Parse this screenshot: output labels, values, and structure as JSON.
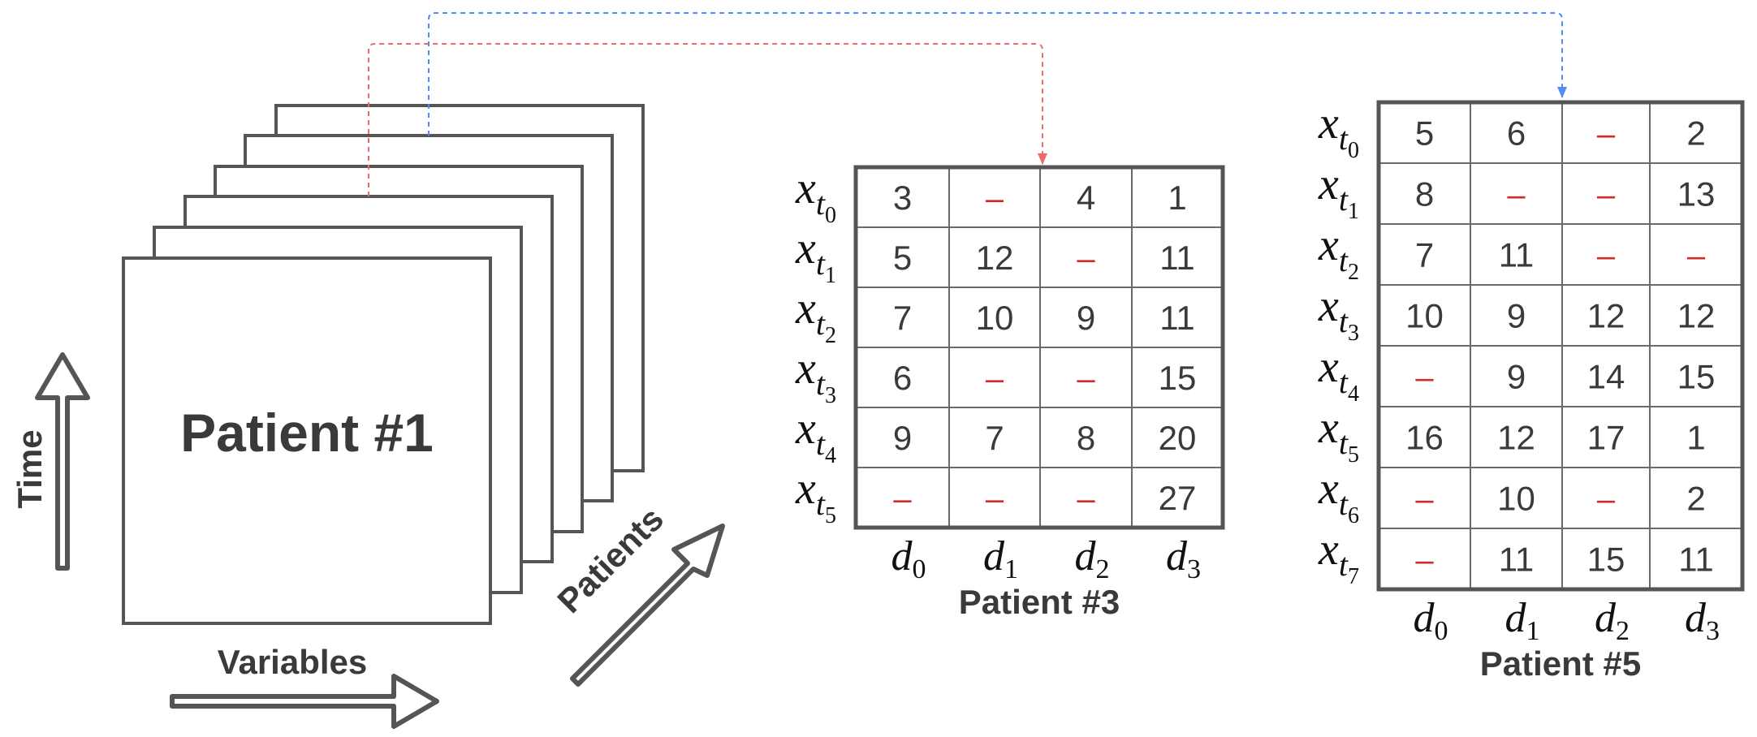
{
  "colors": {
    "stroke": "#555555",
    "text": "#3a3a3a",
    "missing": "#d42a2a",
    "link_red": "#f06a6a",
    "link_blue": "#4f8df5"
  },
  "stack": {
    "front_label": "Patient #1",
    "axis_time": "Time",
    "axis_variables": "Variables",
    "axis_patients": "Patients"
  },
  "missing_symbol": "–",
  "tables": [
    {
      "caption": "Patient #3",
      "row_var": "x",
      "row_sub_var": "t",
      "row_indices": [
        "0",
        "1",
        "2",
        "3",
        "4",
        "5"
      ],
      "col_var": "d",
      "col_indices": [
        "0",
        "1",
        "2",
        "3"
      ],
      "cells": [
        [
          "3",
          "–",
          "4",
          "1"
        ],
        [
          "5",
          "12",
          "–",
          "11"
        ],
        [
          "7",
          "10",
          "9",
          "11"
        ],
        [
          "6",
          "–",
          "–",
          "15"
        ],
        [
          "9",
          "7",
          "8",
          "20"
        ],
        [
          "–",
          "–",
          "–",
          "27"
        ]
      ]
    },
    {
      "caption": "Patient #5",
      "row_var": "x",
      "row_sub_var": "t",
      "row_indices": [
        "0",
        "1",
        "2",
        "3",
        "4",
        "5",
        "6",
        "7"
      ],
      "col_var": "d",
      "col_indices": [
        "0",
        "1",
        "2",
        "3"
      ],
      "cells": [
        [
          "5",
          "6",
          "–",
          "2"
        ],
        [
          "8",
          "–",
          "–",
          "13"
        ],
        [
          "7",
          "11",
          "–",
          "–"
        ],
        [
          "10",
          "9",
          "12",
          "12"
        ],
        [
          "–",
          "9",
          "14",
          "15"
        ],
        [
          "16",
          "12",
          "17",
          "1"
        ],
        [
          "–",
          "10",
          "–",
          "2"
        ],
        [
          "–",
          "11",
          "15",
          "11"
        ]
      ]
    }
  ]
}
